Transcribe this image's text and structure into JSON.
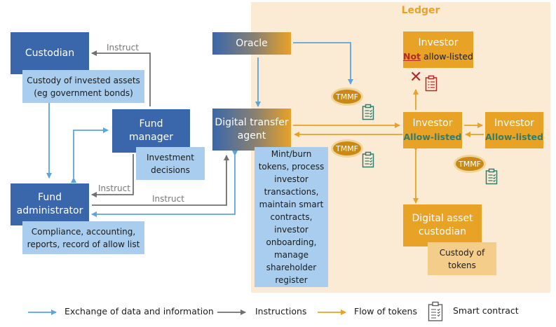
{
  "ledger": {
    "title": "Ledger"
  },
  "nodes": {
    "custodian": {
      "label": "Custodian",
      "note": "Custody of invested assets (eg government bonds)"
    },
    "fund_manager": {
      "label": "Fund manager",
      "note": "Investment decisions"
    },
    "fund_administrator": {
      "label": "Fund administrator",
      "note": "Compliance, accounting, reports, record of allow list"
    },
    "oracle": {
      "label": "Oracle"
    },
    "digital_transfer_agent": {
      "label": "Digital transfer agent",
      "note": "Mint/burn tokens, process investor transactions, maintain smart contracts, investor onboarding, manage shareholder register"
    },
    "investor_not_listed": {
      "label": "Investor",
      "status_neg": "Not",
      "status_rest": "allow-listed"
    },
    "investor_listed_1": {
      "label": "Investor",
      "status": "Allow-listed"
    },
    "investor_listed_2": {
      "label": "Investor",
      "status": "Allow-listed"
    },
    "digital_asset_custodian": {
      "label": "Digital asset custodian",
      "note": "Custody of tokens"
    }
  },
  "edge_labels": {
    "fm_to_custodian": "Instruct",
    "fm_to_admin": "Instruct",
    "admin_to_dta": "Instruct"
  },
  "tokens": {
    "tmmf": "TMMF"
  },
  "legend": {
    "data": "Exchange of data and information",
    "instructions": "Instructions",
    "tokens": "Flow of tokens",
    "smart_contract": "Smart contract"
  },
  "colors": {
    "data_arrow": "#5aa5e0",
    "instruction_arrow": "#707070",
    "token_arrow": "#e8a226",
    "dark_box": "#3a67ab",
    "light_box": "#a8cdee",
    "ledger_bg": "#fbebd5",
    "allow_listed_text": "#2f7d6f",
    "rejected": "#b02a2a"
  }
}
